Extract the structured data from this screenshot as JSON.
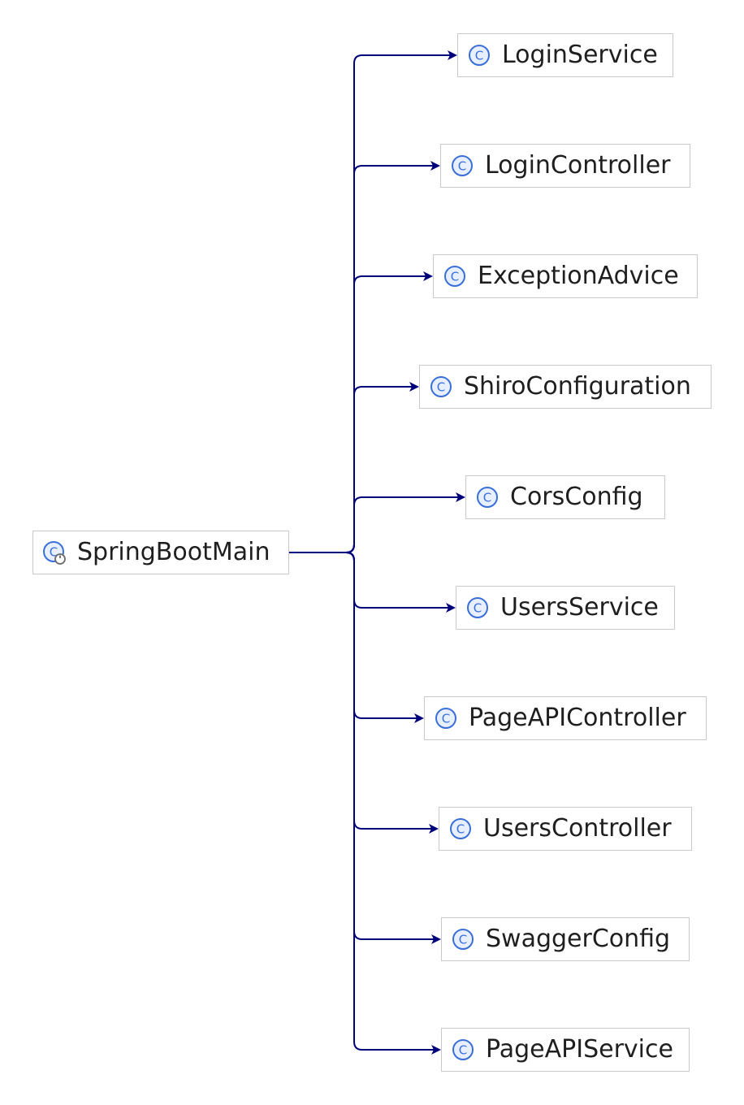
{
  "colors": {
    "edge": "#00007a",
    "icon": "#3a6fd8",
    "icon_fill": "#e8f0ff",
    "node_border": "#c9c9c9",
    "text": "#1f1f1f"
  },
  "root": {
    "label": "SpringBootMain",
    "icon": "spring-boot-class-icon"
  },
  "children": [
    {
      "label": "LoginService",
      "icon": "class-icon"
    },
    {
      "label": "LoginController",
      "icon": "class-icon"
    },
    {
      "label": "ExceptionAdvice",
      "icon": "class-icon"
    },
    {
      "label": "ShiroConfiguration",
      "icon": "class-icon"
    },
    {
      "label": "CorsConfig",
      "icon": "class-icon"
    },
    {
      "label": "UsersService",
      "icon": "class-icon"
    },
    {
      "label": "PageAPIController",
      "icon": "class-icon"
    },
    {
      "label": "UsersController",
      "icon": "class-icon"
    },
    {
      "label": "SwaggerConfig",
      "icon": "class-icon"
    },
    {
      "label": "PageAPIService",
      "icon": "class-icon"
    }
  ]
}
